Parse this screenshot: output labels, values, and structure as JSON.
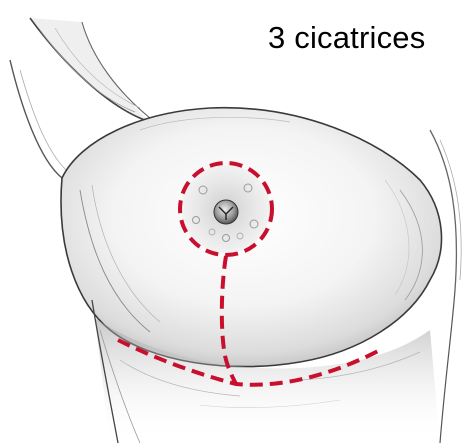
{
  "caption": {
    "text": "3 cicatrices"
  },
  "colors": {
    "incision": "#c8102e",
    "sketch_line": "#3a3a3a",
    "shading": "#8a8a8a",
    "background": "#ffffff"
  },
  "illustration": {
    "subject": "breast-reduction-incision-diagram",
    "scar_count": 3
  }
}
